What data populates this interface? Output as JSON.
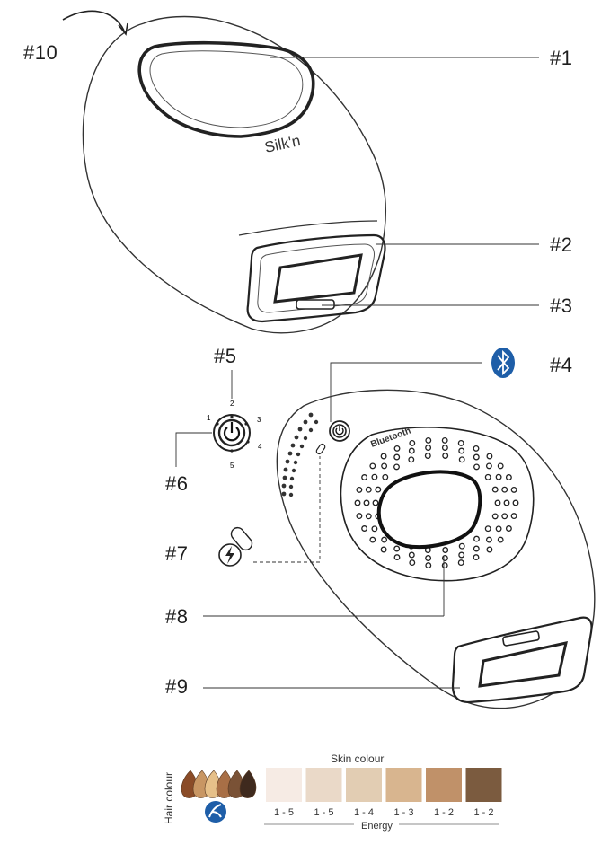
{
  "callouts": {
    "c1": "#1",
    "c2": "#2",
    "c3": "#3",
    "c4": "#4",
    "c5": "#5",
    "c6": "#6",
    "c7": "#7",
    "c8": "#8",
    "c9": "#9",
    "c10": "#10"
  },
  "device": {
    "brand": "Silk'n",
    "bluetooth_text": "Bluetooth"
  },
  "power_dial": {
    "levels": [
      "1",
      "2",
      "3",
      "4",
      "5"
    ]
  },
  "legend": {
    "skin_colour_title": "Skin colour",
    "hair_colour_title": "Hair colour",
    "energy_title": "Energy",
    "energy_ranges": [
      "1 - 5",
      "1 - 5",
      "1 - 4",
      "1 - 3",
      "1 - 2",
      "1 - 2"
    ],
    "skin_swatch_colors": [
      "#f6ebe4",
      "#ead9c8",
      "#e2cdb3",
      "#d8b58f",
      "#c09169",
      "#7b5b3f"
    ],
    "hair_swatch_colors": [
      "#8a4b27",
      "#c89663",
      "#e6c089",
      "#a86f46",
      "#7a5236",
      "#3f2a1e"
    ],
    "accent_color": "#1e5ea8"
  }
}
